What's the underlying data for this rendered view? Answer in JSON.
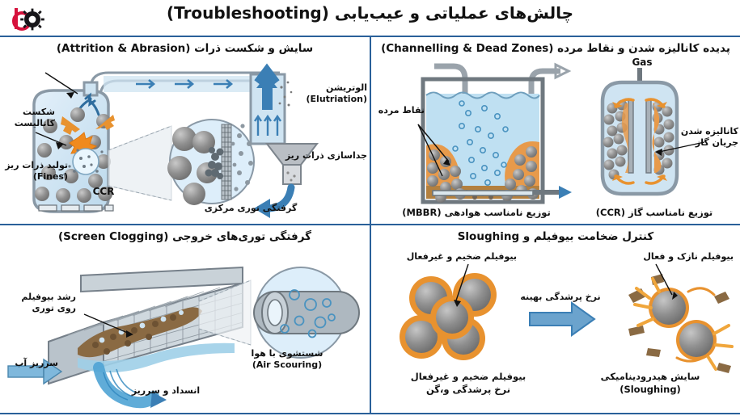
{
  "header": {
    "title": "چالش‌های عملیاتی و عیب‌یابی (Troubleshooting)",
    "logo_name": "brand-logo-gear"
  },
  "colors": {
    "rule": "#2a6099",
    "vessel_fill": "#cfe4f2",
    "vessel_stroke": "#8a99a6",
    "arrow_blue": "#3b7fb5",
    "arrow_orange": "#e8922f",
    "bed_orange": "#e79a4b",
    "particle_grey": "#8c8c8c",
    "logo_red": "#d6123c",
    "logo_dark": "#1a1a1a",
    "water": "#9ecfe8",
    "biofilm_brown": "#8a6a43"
  },
  "quadrants": {
    "q1": {
      "title": "سایش و شکست ذرات (Attrition & Abrasion)",
      "labels": {
        "breakage": "شکست\nکاتالیست",
        "breakage_l1": "شکست",
        "breakage_l2": "کاتالیست",
        "fines_l1": "تولید ذرات ریز",
        "fines_l2": "(Fines)",
        "elutriation_l1": "الوتریشن",
        "elutriation_l2": "(Elutriation)",
        "separation": "جداسازی ذرات ریز",
        "screen_clog": "گرفتگی توری مرکزی",
        "vessel_tag": "CCR"
      }
    },
    "q2": {
      "title": "پدیده کانالیزه شدن و نقاط مرده (Channelling & Dead Zones)",
      "labels": {
        "dead_zones": "نقاط مرده",
        "gas": "Gas",
        "channelling_l1": "کانالیزه شدن",
        "channelling_l2": "جریان گاز"
      },
      "captions": {
        "left": "توزیع نامناسب هوادهی (MBBR)",
        "right": "توزیع نامناسب گاز (CCR)"
      }
    },
    "q3": {
      "title": "گرفتگی توری‌های خروجی (Screen Clogging)",
      "labels": {
        "biofilm_l1": "رشد بیوفیلم",
        "biofilm_l2": "روی توری",
        "water_overflow": "سرریز آب",
        "air_scour_l1": "شستشوی با هوا",
        "air_scour_l2": "(Air Scouring)",
        "clog_overflow": "انسداد و سرریز"
      }
    },
    "q4": {
      "title": "کنترل ضخامت بیوفیلم و Sloughing",
      "labels": {
        "thick_biofilm": "بیوفیلم ضخیم و غیرفعال",
        "thin_biofilm": "بیوفیلم نازک و فعال",
        "optimal_rate": "نرخ پرشدگی بهینه"
      },
      "captions": {
        "left_l1": "بیوفیلم ضخیم و غیرفعال",
        "left_l2": "نرخ پرشدگی و،گن",
        "right_l1": "سایش هیدرودینامیکی",
        "right_l2": "(Sloughing)"
      }
    }
  }
}
